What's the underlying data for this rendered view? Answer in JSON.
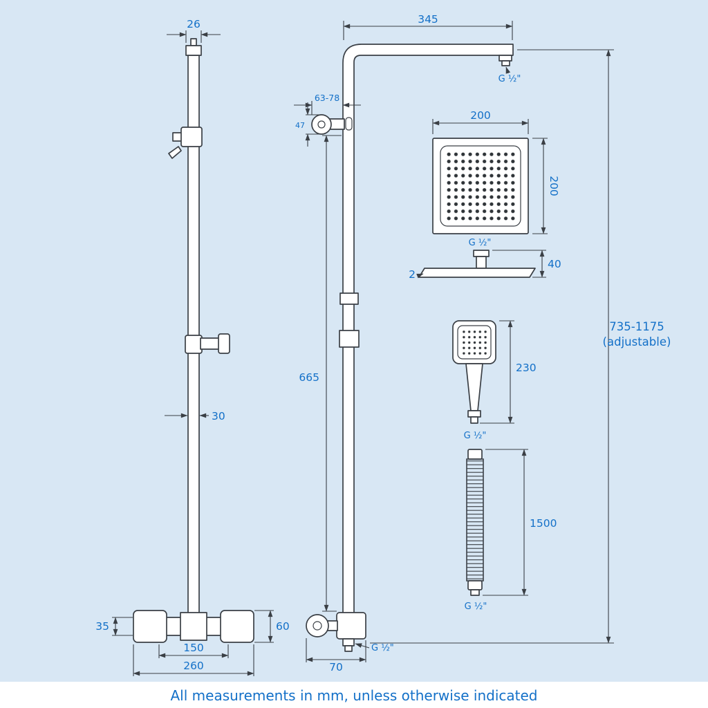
{
  "colors": {
    "background": "#d8e7f4",
    "line": "#3a3f45",
    "label_text": "#1370c8",
    "footer_background": "#ffffff"
  },
  "labels": {
    "rail_cap_width": "26",
    "rail_width": "30",
    "valve_left_height": "35",
    "valve_right_height": "60",
    "valve_inner_width": "150",
    "valve_total_width": "260",
    "arm_length": "345",
    "arm_thread": "G ½\"",
    "wall_bracket_range": "63-78",
    "wall_bracket_height": "47",
    "riser_length": "665",
    "elbow_width": "70",
    "elbow_thread": "G ½\"",
    "head_width": "200",
    "head_depth": "200",
    "head_thread": "G ½\"",
    "head_profile_height": "40",
    "head_edge_thickness": "2",
    "handset_length": "230",
    "handset_thread": "G ½\"",
    "hose_length": "1500",
    "hose_thread": "G ½\"",
    "overall_range": "735-1175",
    "overall_note": "(adjustable)"
  },
  "footer": {
    "note": "All measurements in mm, unless otherwise indicated"
  }
}
